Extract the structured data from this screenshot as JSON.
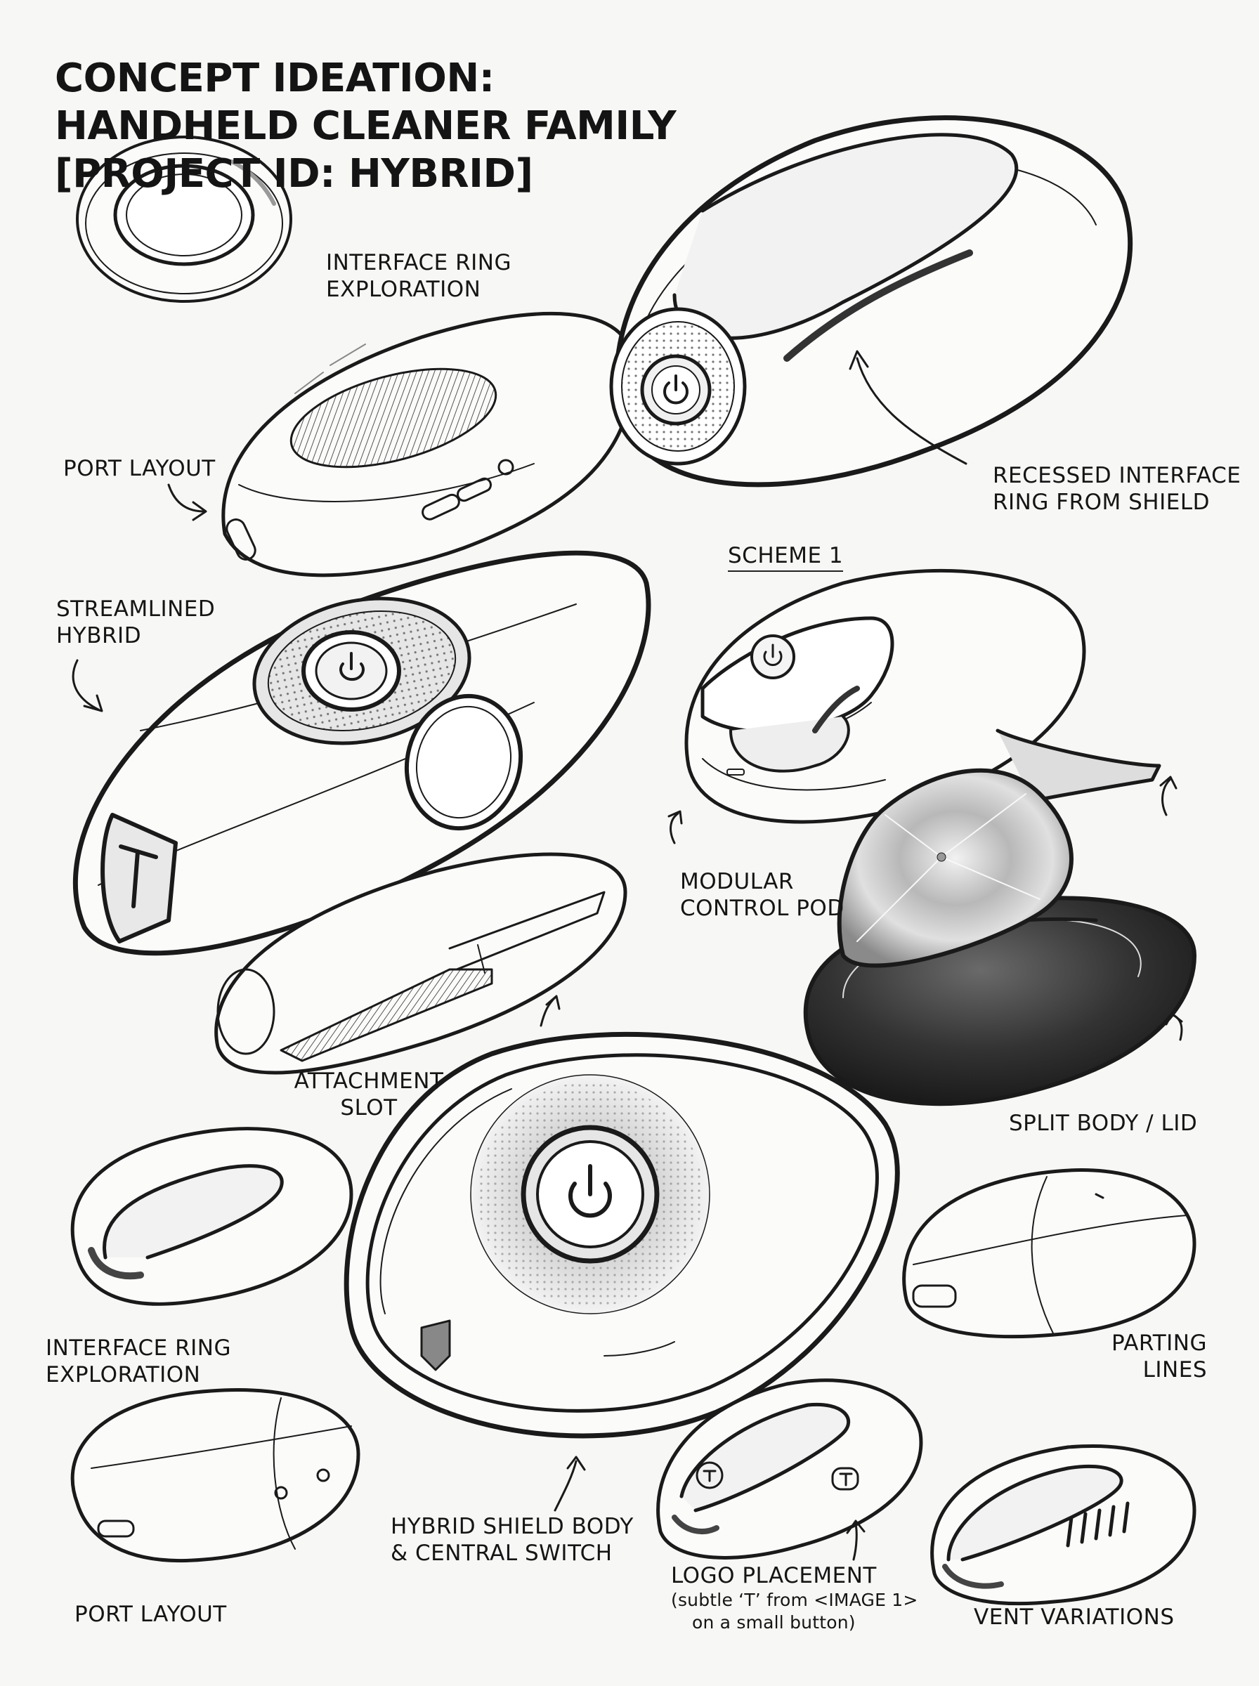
{
  "title": {
    "line1": "CONCEPT IDEATION:",
    "line2": "HANDHELD CLEANER FAMILY",
    "line3": "[PROJECT ID: HYBRID]"
  },
  "labels": {
    "interface_ring_top": {
      "line1": "INTERFACE RING",
      "line2": "EXPLORATION"
    },
    "port_layout_top": "PORT LAYOUT",
    "recessed": {
      "line1": "RECESSED INTERFACE",
      "line2": "RING FROM SHIELD"
    },
    "streamlined": {
      "line1": "STREAMLINED",
      "line2": "HYBRID"
    },
    "scheme": "SCHEME 1",
    "modular": {
      "line1": "MODULAR",
      "line2": "CONTROL POD"
    },
    "attachment": {
      "line1": "ATTACHMENT",
      "line2": "SLOT"
    },
    "split": "SPLIT BODY / LID",
    "interface_ring_bottom": {
      "line1": "INTERFACE RING",
      "line2": "EXPLORATION"
    },
    "parting": {
      "line1": "PARTING",
      "line2": "LINES"
    },
    "hybrid_shield": {
      "line1": "HYBRID SHIELD BODY",
      "line2": "& CENTRAL SWITCH"
    },
    "logo": {
      "line1": "LOGO PLACEMENT",
      "line2": "(subtle ‘T’ from <IMAGE 1>",
      "line3": "on a small button)"
    },
    "port_layout_bottom": "PORT LAYOUT",
    "vent": "VENT VARIATIONS"
  },
  "logo_letter": "T",
  "colors": {
    "ink": "#1a1a1a",
    "paper": "#f7f7f5",
    "dark_body": "#2b2b2b",
    "metal": "#c9c9c9"
  }
}
